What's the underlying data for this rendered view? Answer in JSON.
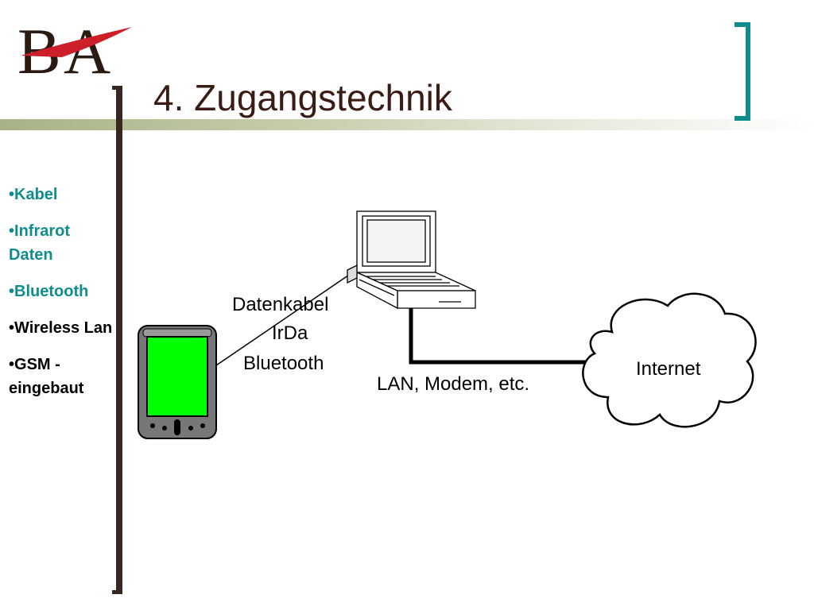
{
  "logo": {
    "text": "BA"
  },
  "slide": {
    "title": "4. Zugangstechnik"
  },
  "sidebar": {
    "items": [
      {
        "bullet": "•",
        "label": "Kabel",
        "color": "#0f8d8d"
      },
      {
        "bullet": "•",
        "label": "Infrarot Daten",
        "color": "#0f8d8d"
      },
      {
        "bullet": "•",
        "label": "Bluetooth",
        "color": "#0f8d8d"
      },
      {
        "bullet": "•",
        "label": "Wireless Lan",
        "color": "#000000"
      },
      {
        "bullet": "•",
        "label": "GSM - eingebaut",
        "color": "#000000"
      }
    ]
  },
  "diagram": {
    "link1_labels": [
      "Datenkabel",
      "IrDa",
      "Bluetooth"
    ],
    "link2_label": "LAN, Modem, etc.",
    "cloud_label": "Internet",
    "pda_screen_color": "#00ff00"
  }
}
